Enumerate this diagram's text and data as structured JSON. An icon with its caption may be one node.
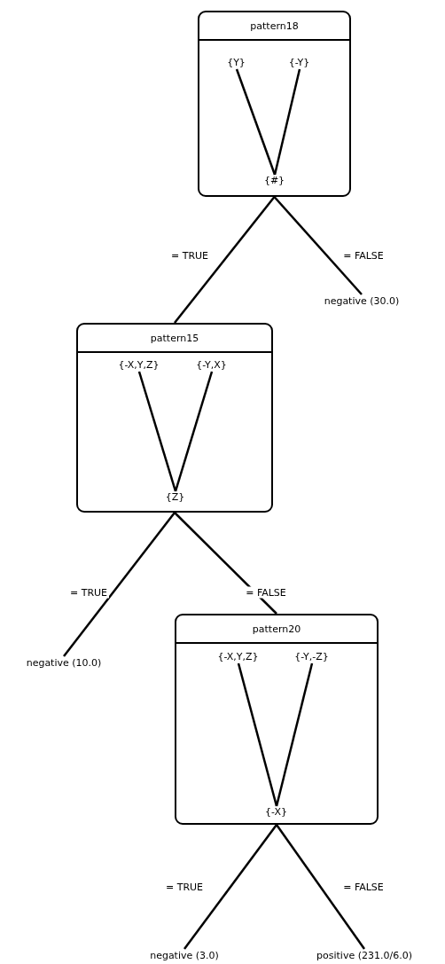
{
  "diagram": {
    "nodes": [
      {
        "text": [
          "pattern18"
        ]
      },
      {
        "text": [
          "{Y}"
        ],
        "in": 0
      },
      {
        "text": [
          "{-Y}"
        ],
        "in": 0
      },
      {
        "text": [
          "{#}"
        ],
        "in": 0
      },
      {
        "text": [
          "negative (30.0)"
        ]
      },
      {
        "text": [
          "pattern15"
        ]
      },
      {
        "text": [
          "{-X,Y,Z}"
        ],
        "in": 5
      },
      {
        "text": [
          "{-Y,X}"
        ],
        "in": 5
      },
      {
        "text": [
          "{Z}"
        ],
        "in": 5
      },
      {
        "text": [
          "negative (10.0)"
        ]
      },
      {
        "text": [
          "pattern20"
        ]
      },
      {
        "text": [
          "{-X,Y,Z}"
        ],
        "in": 10
      },
      {
        "text": [
          "{-Y,-Z}"
        ],
        "in": 10
      },
      {
        "text": [
          "{-X}"
        ],
        "in": 10
      },
      {
        "text": [
          "negative (3.0)"
        ]
      },
      {
        "text": [
          "positive (231.0/6.0)"
        ]
      }
    ],
    "edges": [
      {
        "from": 1,
        "to": 3,
        "arrow": "none"
      },
      {
        "from": 2,
        "to": 3,
        "arrow": "none"
      },
      {
        "from": 0,
        "to": 5,
        "arrow": "none",
        "label": "= TRUE"
      },
      {
        "from": 0,
        "to": 4,
        "arrow": "none",
        "label": "= FALSE"
      },
      {
        "from": 6,
        "to": 8,
        "arrow": "none"
      },
      {
        "from": 7,
        "to": 8,
        "arrow": "none"
      },
      {
        "from": 5,
        "to": 9,
        "arrow": "none",
        "label": "= TRUE"
      },
      {
        "from": 5,
        "to": 10,
        "arrow": "none",
        "label": "= FALSE"
      },
      {
        "from": 11,
        "to": 13,
        "arrow": "none"
      },
      {
        "from": 12,
        "to": 13,
        "arrow": "none"
      },
      {
        "from": 10,
        "to": 14,
        "arrow": "none",
        "label": "= TRUE"
      },
      {
        "from": 10,
        "to": 15,
        "arrow": "none",
        "label": "= FALSE"
      }
    ]
  }
}
